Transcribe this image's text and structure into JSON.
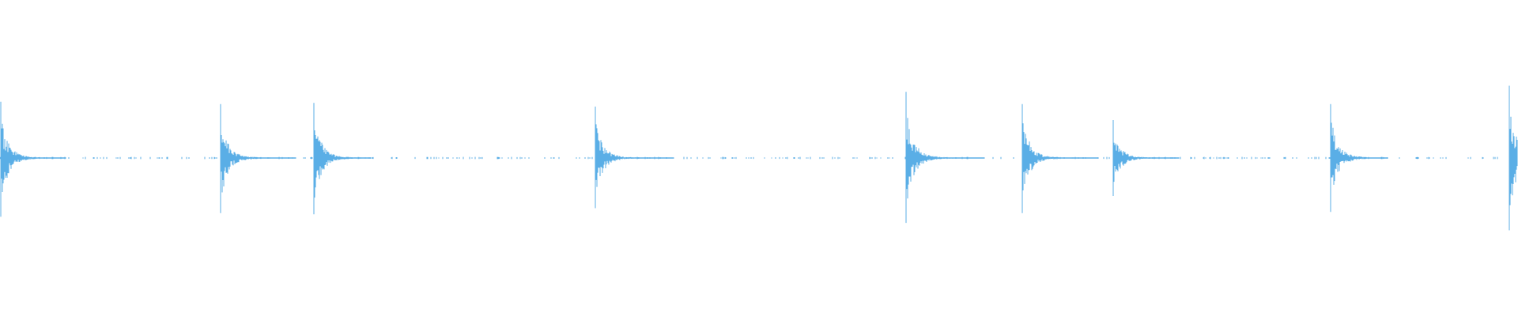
{
  "waveform": {
    "color": "#5aaee6",
    "background": "#ffffff",
    "transients": [
      {
        "time": 0.0,
        "peak_up": 0.46,
        "peak_down": 0.48
      },
      {
        "time": 0.145,
        "peak_up": 0.44,
        "peak_down": 0.45
      },
      {
        "time": 0.207,
        "peak_up": 0.45,
        "peak_down": 0.46
      },
      {
        "time": 0.393,
        "peak_up": 0.42,
        "peak_down": 0.41
      },
      {
        "time": 0.598,
        "peak_up": 0.54,
        "peak_down": 0.53
      },
      {
        "time": 0.675,
        "peak_up": 0.44,
        "peak_down": 0.45
      },
      {
        "time": 0.735,
        "peak_up": 0.31,
        "peak_down": 0.31
      },
      {
        "time": 0.879,
        "peak_up": 0.44,
        "peak_down": 0.44
      },
      {
        "time": 0.997,
        "peak_up": 0.59,
        "peak_down": 0.59
      }
    ]
  }
}
